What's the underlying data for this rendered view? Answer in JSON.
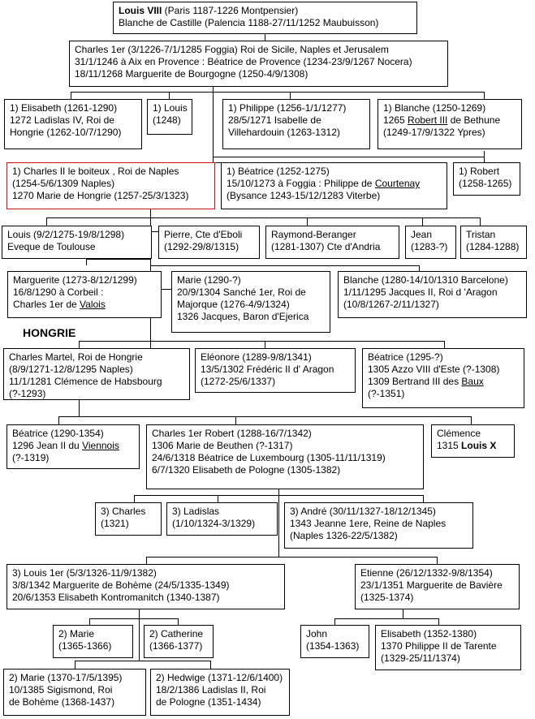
{
  "heading": "HONGRIE",
  "nodes": {
    "n1": {
      "l1_name": "Louis VIII",
      "l1_rest": " (Paris 1187-1226 Montpensier)",
      "l2": "Blanche de Castille (Palencia 1188-27/11/1252 Maubuisson)"
    },
    "n2": {
      "l1": "Charles 1er (3/1226-7/1/1285 Foggia) Roi de Sicile, Naples et Jerusalem",
      "l2": "31/1/1246 à Aix en Provence : Béatrice de Provence (1234-23/9/1267 Nocera)",
      "l3": "18/11/1268 Marguerite de Bourgogne (1250-4/9/1308)"
    },
    "n3": {
      "l1": "1) Elisabeth (1261-1290)",
      "l2": "1272 Ladislas IV, Roi de",
      "l3": "Hongrie  (1262-10/7/1290)"
    },
    "n4": {
      "l1": "1) Louis",
      "l2": "(1248)"
    },
    "n5": {
      "l1": "1) Philippe (1256-1/1/1277)",
      "l2": "28/5/1271 Isabelle de",
      "l3": "Villehardouin (1263-1312)"
    },
    "n6": {
      "l1": "1) Blanche (1250-1269)",
      "l2a": "1265 ",
      "l2u": "Robert III",
      "l2b": "  de Bethune",
      "l3": "(1249-17/9/1322 Ypres)"
    },
    "n7": {
      "l1": "1) Charles II le boiteux  , Roi de Naples",
      "l2": "(1254-5/6/1309 Naples)",
      "l3": "1270 Marie de Hongrie (1257-25/3/1323)"
    },
    "n8": {
      "l1": "1) Béatrice (1252-1275)",
      "l2a": "15/10/1273 à Foggia : Philippe de   ",
      "l2u": "Courtenay",
      "l3": "(Bysance 1243-15/12/1283 Viterbe)"
    },
    "n9": {
      "l1": "1) Robert",
      "l2": "(1258-1265)"
    },
    "n10": {
      "l1": "Louis (9/2/1275-19/8/1298)",
      "l2": "Eveque de Toulouse"
    },
    "n11": {
      "l1": "Pierre, Cte d'Eboli",
      "l2": "(1292-29/8/1315)"
    },
    "n12": {
      "l1": "Raymond-Beranger",
      "l2": "(1281-1307) Cte d'Andria"
    },
    "n13": {
      "l1": "Jean",
      "l2": "(1283-?)"
    },
    "n14": {
      "l1": "Tristan",
      "l2": "(1284-1288)"
    },
    "n15": {
      "l1": "Marguerite (1273-8/12/1299)",
      "l2": "16/8/1290  à Corbeil :",
      "l3a": "Charles 1er de  ",
      "l3u": "Valois"
    },
    "n16": {
      "l1": "Marie (1290-?)",
      "l2": "20/9/1304 Sanché 1er, Roi de",
      "l3": "Majorque  (1276-4/9/1324)",
      "l4": "1326 Jacques, Baron d'Ejerica"
    },
    "n17": {
      "l1": "Blanche (1280-14/10/1310 Barcelone)",
      "l2": "1/11/1295 Jacques II, Roi d  'Aragon",
      "l3": "(10/8/1267-2/11/1327)"
    },
    "n18": {
      "l1": "Charles Martel, Roi de Hongrie",
      "l2": "(8/9/1271-12/8/1295 Naples)",
      "l3": "11/1/1281 Clémence de Habsbourg",
      "l4": "(?-1293)"
    },
    "n19": {
      "l1": "Eléonore (1289-9/8/1341)",
      "l2": "13/5/1302 Frédéric II d'  Aragon",
      "l3": "(1272-25/6/1337)"
    },
    "n20": {
      "l1": "Béatrice (1295-?)",
      "l2": "1305 Azzo VIII d'Este (?-1308)",
      "l3a": "1309 Bertrand III des   ",
      "l3u": "Baux",
      "l4": "(?-1351)"
    },
    "n21": {
      "l1": "Béatrice (1290-1354)",
      "l2a": "1296 Jean II du  ",
      "l2u": "Viennois",
      "l3": "(?-1319)"
    },
    "n22": {
      "l1": "Charles 1er Robert (1288-16/7/1342)",
      "l2": "1306 Marie de Beuthen (?-1317)",
      "l3": "24/6/1318 Béatrice de Luxembourg (1305-11/11/1319)",
      "l4": "6/7/1320 Elisabeth de Pologne (1305-1382)"
    },
    "n23": {
      "l1": "Clémence",
      "l2a": "1315  ",
      "l2b": "Louis X"
    },
    "n24": {
      "l1": "3) Charles",
      "l2": "(1321)"
    },
    "n25": {
      "l1": "3) Ladislas",
      "l2": "(1/10/1324-3/1329)"
    },
    "n26": {
      "l1": "3) André (30/11/1327-18/12/1345)",
      "l2": "1343 Jeanne 1ere, Reine de Naples",
      "l3": "(Naples 1326-22/5/1382)"
    },
    "n27": {
      "l1": "3) Louis 1er (5/3/1326-11/9/1382)",
      "l2": "3/8/1342 Marguerite de Bohème (24/5/1335-1349)",
      "l3": "20/6/1353 Elisabeth Kontromanitch (1340-1387)"
    },
    "n28": {
      "l1": "Etienne (26/12/1332-9/8/1354)",
      "l2": "23/1/1351 Marguerite de Bavière",
      "l3": "(1325-1374)"
    },
    "n29": {
      "l1": "2) Marie",
      "l2": "(1365-1366)"
    },
    "n30": {
      "l1": "2) Catherine",
      "l2": "(1366-1377)"
    },
    "n31": {
      "l1": "John",
      "l2": "(1354-1363)"
    },
    "n32": {
      "l1": "Elisabeth (1352-1380)",
      "l2": "1370 Philippe II de Tarente",
      "l3": "(1329-25/11/1374)"
    },
    "n33": {
      "l1": "2) Marie (1370-17/5/1395)",
      "l2": "10/1385 Sigismond, Roi",
      "l3": "de Bohème (1368-1437)"
    },
    "n34": {
      "l1": "2) Hedwige (1371-12/6/1400)",
      "l2": "18/2/1386 Ladislas II, Roi",
      "l3": "de Pologne (1351-1434)"
    }
  },
  "colors": {
    "highlight_border": "#d01010",
    "line": "#000000"
  }
}
